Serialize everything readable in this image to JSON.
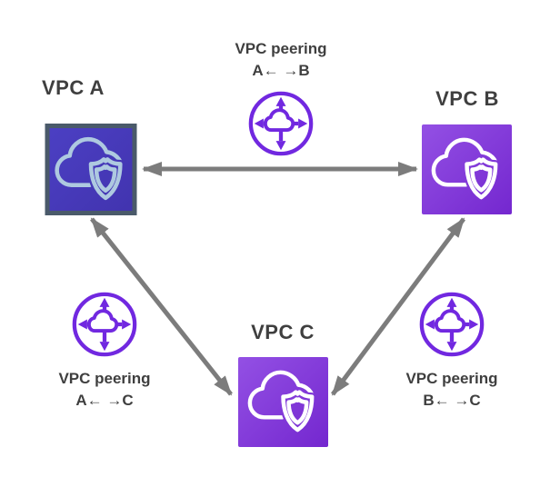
{
  "diagram": {
    "nodes": [
      {
        "label": "VPC A"
      },
      {
        "label": "VPC B"
      },
      {
        "label": "VPC C"
      }
    ],
    "peerings": [
      {
        "title": "VPC peering",
        "pair": "A← →B"
      },
      {
        "title": "VPC peering",
        "pair": "A← →C"
      },
      {
        "title": "VPC peering",
        "pair": "B← →C"
      }
    ]
  },
  "icons": {
    "vpc_node": "cloud-shield-icon",
    "peering": "vpc-peering-circle-icon",
    "connection": "bidirectional-arrow"
  },
  "colors": {
    "accent-purple": "#7128e0",
    "vpc-bc-grad-start": "#9350e4",
    "vpc-bc-grad-end": "#7427cf",
    "vpc-a-grad-start": "#4c40c4",
    "vpc-a-grad-end": "#4133ae",
    "vpc-a-border": "#4a5a6a",
    "vpc-a-glyph": "#aec9e0",
    "arrow-gray": "#7c7c7c",
    "text-gray": "#3f3f3f",
    "background": "#ffffff"
  }
}
